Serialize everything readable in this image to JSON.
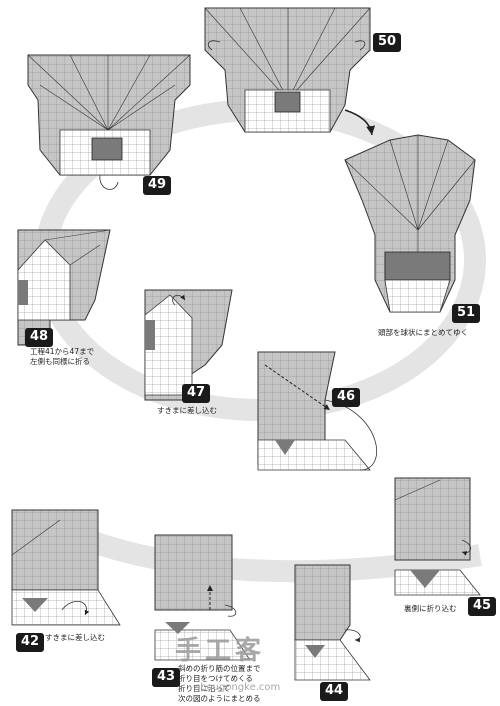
{
  "steps": [
    {
      "number": "49",
      "caption": ""
    },
    {
      "number": "50",
      "caption": ""
    },
    {
      "number": "51",
      "caption": "頭部を球状にまとめてゆく"
    },
    {
      "number": "48",
      "caption": "工程41から47まで\n左側も同様に折る"
    },
    {
      "number": "47",
      "caption": "すきまに差し込む"
    },
    {
      "number": "46",
      "caption": ""
    },
    {
      "number": "45",
      "caption": "裏側に折り込む"
    },
    {
      "number": "42",
      "caption": "すきまに差し込む"
    },
    {
      "number": "43",
      "caption": "斜めの折り筋の位置まで\n折り目をつけてめくる\n折り目に沿って\n次の図のようにまとめる"
    },
    {
      "number": "44",
      "caption": ""
    }
  ],
  "watermark": {
    "logo_text": "手工客",
    "url_text": "shougongke.com"
  },
  "colors": {
    "paper_grey": "#c6c6c6",
    "paper_dark": "#7a7a7a",
    "paper_white": "#ffffff",
    "line": "#333333",
    "badge": "#1a1a1a",
    "ring": "#e2e2e2"
  }
}
